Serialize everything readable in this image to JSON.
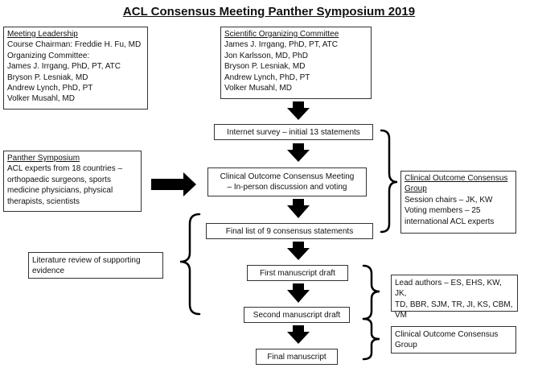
{
  "title": "ACL Consensus Meeting Panther Symposium 2019",
  "leadership": {
    "heading": "Meeting Leadership",
    "lines": [
      "Course Chairman: Freddie H. Fu, MD",
      "Organizing Committee:",
      "James J. Irrgang, PhD, PT, ATC",
      "Bryson P. Lesniak, MD",
      "Andrew Lynch, PhD, PT",
      "Volker Musahl, MD"
    ]
  },
  "scientific_committee": {
    "heading": "Scientific Organizing Committee",
    "lines": [
      "James J. Irrgang, PhD, PT, ATC",
      "Jon Karlsson, MD, PhD",
      "Bryson P. Lesniak, MD",
      "Andrew Lynch, PhD, PT",
      "Volker Musahl, MD"
    ]
  },
  "panther": {
    "heading": "Panther Symposium",
    "lines": [
      "ACL experts from 18 countries –",
      "orthopaedic surgeons, sports",
      "medicine physicians, physical",
      "therapists, scientists"
    ]
  },
  "flow": {
    "survey": "Internet survey – initial 13 statements",
    "meeting_line1": "Clinical Outcome Consensus Meeting",
    "meeting_line2": "– In-person discussion and voting",
    "final_list": "Final list of 9 consensus statements",
    "first_draft": "First manuscript draft",
    "second_draft": "Second manuscript draft",
    "final_manuscript": "Final manuscript"
  },
  "consensus_group": {
    "heading_line1": "Clinical Outcome Consensus",
    "heading_line2": "Group",
    "lines": [
      "Session chairs – JK, KW",
      "Voting members – 25",
      "international ACL experts"
    ]
  },
  "literature": {
    "line1": "Literature review of supporting",
    "line2": "evidence"
  },
  "lead_authors": {
    "lines": [
      "Lead authors – ES, EHS, KW, JK,",
      "TD, BBR, SJM, TR, JI, KS, CBM,",
      "VM"
    ]
  },
  "consensus_group_bottom": {
    "line1": "Clinical Outcome Consensus",
    "line2": "Group"
  }
}
